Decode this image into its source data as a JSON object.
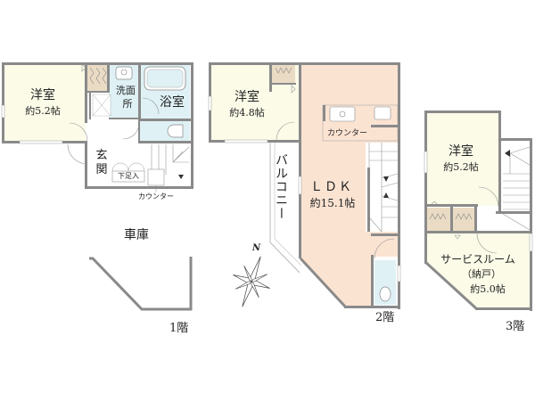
{
  "colors": {
    "wall": "#8a8a8a",
    "western_room_fill": "#fbfbe8",
    "ldk_fill": "#fbe3d2",
    "wet_area_fill": "#dff1f5",
    "storage_fill": "#eadbc4",
    "floor_fill": "#ffffff",
    "text": "#222222"
  },
  "floor1": {
    "label": "1階",
    "rooms": {
      "western": {
        "name": "洋室",
        "size": "約5.2帖"
      },
      "washroom": {
        "name_line1": "洗面",
        "name_line2": "所"
      },
      "bath": {
        "name": "浴室"
      },
      "entrance": {
        "name_line1": "玄",
        "name_line2": "関"
      },
      "shoe_storage": {
        "name": "下足入"
      },
      "counter_note": "カウンター",
      "garage": {
        "name": "車庫"
      }
    }
  },
  "floor2": {
    "label": "2階",
    "rooms": {
      "western": {
        "name": "洋室",
        "size": "約4.8帖"
      },
      "balcony": {
        "name": "バルコニー"
      },
      "ldk": {
        "name": "ＬＤＫ",
        "size": "約15.1帖"
      },
      "counter": {
        "name": "カウンター"
      }
    }
  },
  "floor3": {
    "label": "3階",
    "rooms": {
      "western": {
        "name": "洋室",
        "size": "約5.2帖"
      },
      "service_room": {
        "name": "サービスルーム",
        "sub": "（納戸）",
        "size": "約5.0帖"
      }
    }
  },
  "compass": {
    "north_label": "N"
  }
}
